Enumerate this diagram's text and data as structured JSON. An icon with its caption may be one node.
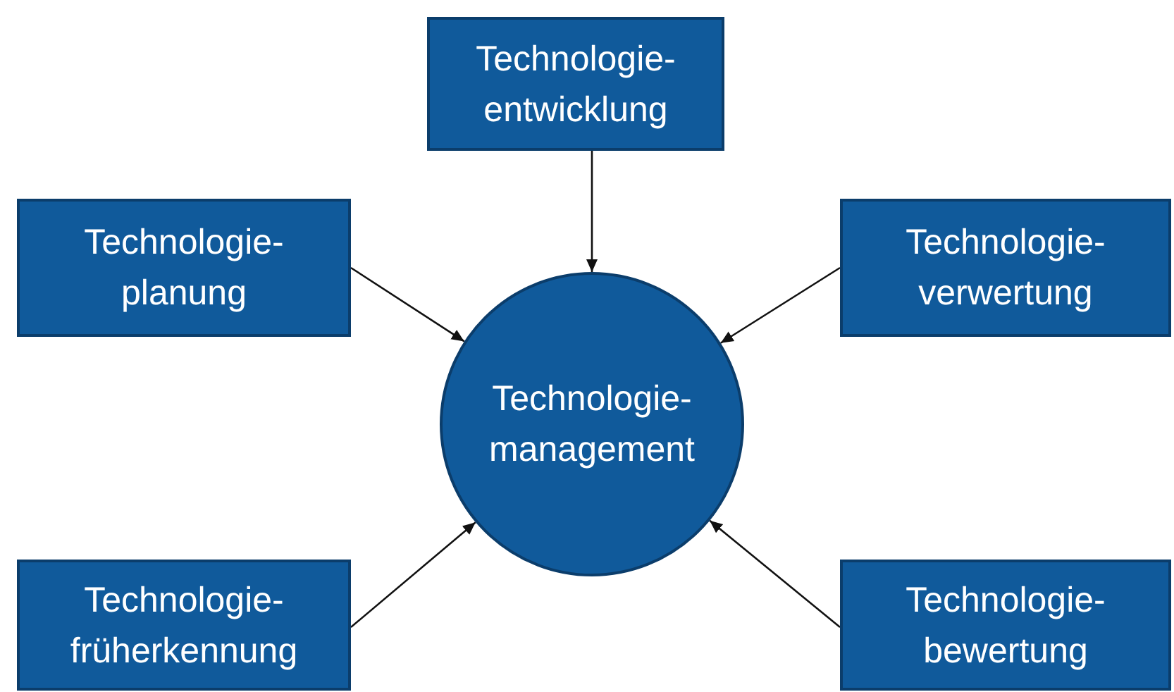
{
  "diagram": {
    "nodes": [
      {
        "text": [
          "Technologie- entwicklung"
        ]
      },
      {
        "text": [
          "Technologie- planung"
        ]
      },
      {
        "text": [
          "Technologie- verwertung"
        ]
      },
      {
        "text": [
          "Technologie- management"
        ]
      },
      {
        "text": [
          "Technologie- früherkennung"
        ]
      },
      {
        "text": [
          "Technologie- bewertung"
        ]
      }
    ],
    "edges": [
      {
        "from": 0,
        "to": 3,
        "arrow": "to"
      },
      {
        "from": 1,
        "to": 3,
        "arrow": "to"
      },
      {
        "from": 2,
        "to": 3,
        "arrow": "to"
      },
      {
        "from": 4,
        "to": 3,
        "arrow": "to"
      },
      {
        "from": 5,
        "to": 3,
        "arrow": "to"
      }
    ]
  }
}
